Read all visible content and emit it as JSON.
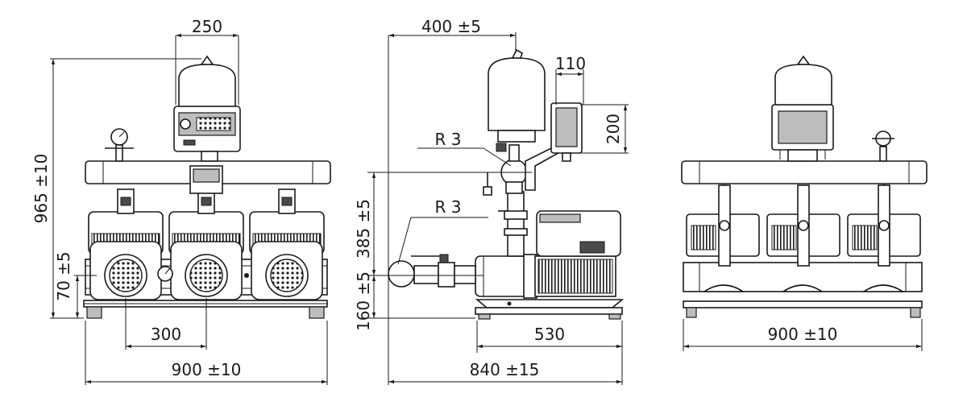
{
  "dimensions": {
    "front": {
      "top_width": "250",
      "total_height": "965 ±10",
      "pipe_height": "70 ±5",
      "pump_spacing": "300",
      "base_width": "900 ±10"
    },
    "side": {
      "vessel_offset": "400 ±5",
      "box_width": "110",
      "box_height": "200",
      "thread_upper": "R 3",
      "thread_lower": "R 3",
      "height_upper": "385 ±5",
      "height_lower": "160 ±5",
      "frame_width": "530",
      "total_depth": "840 ±15"
    },
    "back": {
      "base_width": "900 ±10"
    }
  },
  "colors": {
    "line": "#1a1a1a",
    "fill_light": "#bdbdbd",
    "fill_dark": "#4a4a4a",
    "background": "#ffffff"
  }
}
